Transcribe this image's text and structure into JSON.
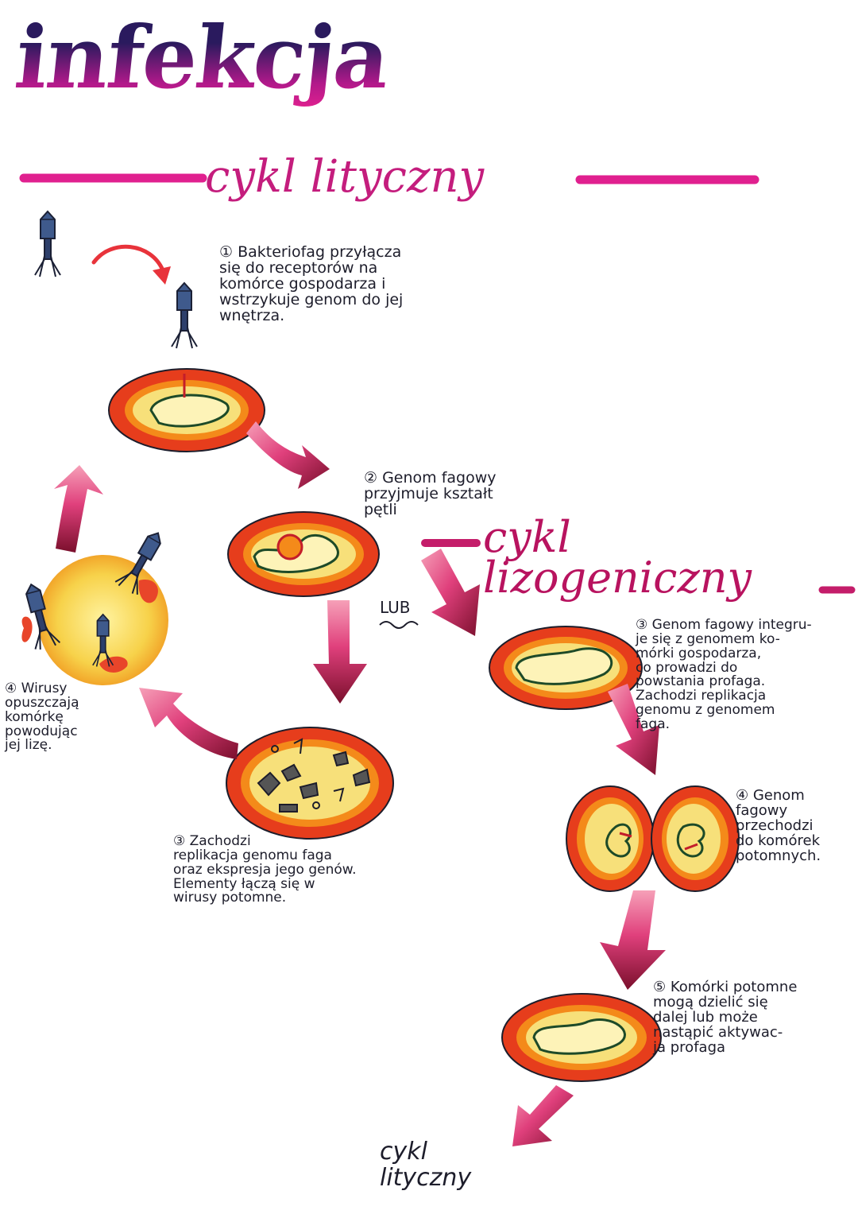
{
  "title": "infekcja",
  "sections": {
    "lytic_title": "cykl lityczny",
    "lysogenic_title": "cykl\nlizogeniczny",
    "or_label": "LUB",
    "bottom_label": "cykl\nlityczny"
  },
  "lytic_steps": {
    "step1": "① Bakteriofag przyłącza\nsię do receptorów na\nkomórce gospodarza i\nwstrzykuje genom do jej\nwnętrza.",
    "step2": "② Genom fagowy\nprzyjmuje kształt\npętli",
    "step3": "③ Zachodzi\nreplikacja genomu faga\noraz ekspresja jego genów.\nElementy łączą się w\nwirusy potomne.",
    "step4": "④ Wirusy\nopuszczają\nkomórkę\npowodując\njej lizę."
  },
  "lysogenic_steps": {
    "step3": "③ Genom fagowy integru-\nje się z genomem ko-\nmórki gospodarza,\nco prowadzi do\npowstania profaga.\nZachodzi replikacja\ngenomu z genomem\nfaga.",
    "step4": "④ Genom\nfagowy\nprzechodzi\ndo komórek\npotomnych.",
    "step5": "⑤ Komórki potomne\nmogą dzielić się\ndalej lub może\nnastąpić aktywac-\nja profaga"
  },
  "colors": {
    "title_dark": "#2a1a5e",
    "accent_pink": "#e0208f",
    "arrow_dark": "#8a1238",
    "arrow_light": "#e8508a",
    "cell_outer": "#e63d1c",
    "cell_ring": "#f48a1a",
    "cytoplasm": "#f7e07a",
    "phage_head": "#3f5a8c"
  }
}
